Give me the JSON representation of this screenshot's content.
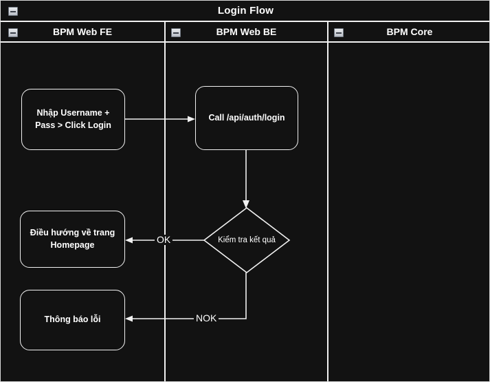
{
  "pool": {
    "title": "Login Flow",
    "collapse_icon": "minus-icon"
  },
  "lanes": [
    {
      "id": "fe",
      "label": "BPM Web FE",
      "collapse_icon": "minus-icon"
    },
    {
      "id": "be",
      "label": "BPM Web BE",
      "collapse_icon": "minus-icon"
    },
    {
      "id": "core",
      "label": "BPM Core",
      "collapse_icon": "minus-icon"
    }
  ],
  "nodes": {
    "login_input": {
      "label": "Nhập Username +\nPass > Click Login",
      "type": "task"
    },
    "api_call": {
      "label": "Call /api/auth/login",
      "type": "task"
    },
    "check_result": {
      "label": "Kiểm tra kết quả",
      "type": "decision"
    },
    "homepage": {
      "label": "Điều hướng về trang\nHomepage",
      "type": "task"
    },
    "error_msg": {
      "label": "Thông báo lỗi",
      "type": "task"
    }
  },
  "edges": [
    {
      "id": "e1",
      "label": ""
    },
    {
      "id": "e2",
      "label": ""
    },
    {
      "id": "e3",
      "label": "OK"
    },
    {
      "id": "e4",
      "label": "NOK"
    }
  ],
  "colors": {
    "background": "#121212",
    "stroke": "#f2f2f2",
    "text": "#ffffff"
  }
}
